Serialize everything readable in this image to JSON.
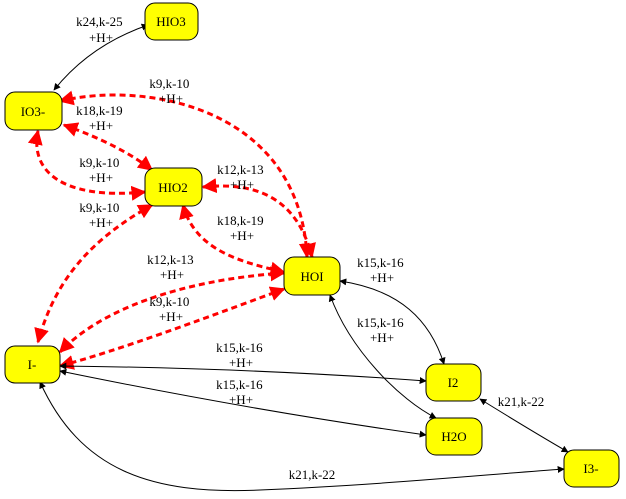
{
  "colors": {
    "node_fill": "#ffff00",
    "black_edge": "#000000",
    "red_edge": "#ff0000"
  },
  "nodes": [
    {
      "id": "HIO3",
      "label": "HIO3"
    },
    {
      "id": "IO3",
      "label": "IO3-"
    },
    {
      "id": "HIO2",
      "label": "HIO2"
    },
    {
      "id": "HOI",
      "label": "HOI"
    },
    {
      "id": "Im",
      "label": "I-"
    },
    {
      "id": "I2",
      "label": "I2"
    },
    {
      "id": "H2O",
      "label": "H2O"
    },
    {
      "id": "I3",
      "label": "I3-"
    }
  ],
  "edges": [
    {
      "from": "HIO3",
      "to": "IO3",
      "style": "black",
      "label": [
        "k24,k-25",
        "+H+"
      ]
    },
    {
      "from": "IO3",
      "to": "HOI",
      "style": "red",
      "label": [
        "k9,k-10",
        "+H+"
      ]
    },
    {
      "from": "IO3",
      "to": "HIO2",
      "style": "red",
      "label": [
        "k18,k-19",
        "+H+"
      ]
    },
    {
      "from": "IO3",
      "to": "HIO2",
      "style": "red",
      "label": [
        "k9,k-10",
        "+H+"
      ]
    },
    {
      "from": "HIO2",
      "to": "HOI",
      "style": "red",
      "label": [
        "k12,k-13",
        "+H+"
      ]
    },
    {
      "from": "HIO2",
      "to": "HOI",
      "style": "red",
      "label": [
        "k18,k-19",
        "+H+"
      ]
    },
    {
      "from": "HIO2",
      "to": "Im",
      "style": "red",
      "label": [
        "k9,k-10",
        "+H+"
      ]
    },
    {
      "from": "HOI",
      "to": "Im",
      "style": "red",
      "label": [
        "k12,k-13",
        "+H+"
      ]
    },
    {
      "from": "HOI",
      "to": "Im",
      "style": "red",
      "label": [
        "k9,k-10",
        "+H+"
      ]
    },
    {
      "from": "HOI",
      "to": "I2",
      "style": "black",
      "label": [
        "k15,k-16",
        "+H+"
      ]
    },
    {
      "from": "HOI",
      "to": "H2O",
      "style": "black",
      "label": [
        "k15,k-16",
        "+H+"
      ]
    },
    {
      "from": "Im",
      "to": "I2",
      "style": "black",
      "label": [
        "k15,k-16",
        "+H+"
      ]
    },
    {
      "from": "Im",
      "to": "H2O",
      "style": "black",
      "label": [
        "k15,k-16",
        "+H+"
      ]
    },
    {
      "from": "I2",
      "to": "I3",
      "style": "black",
      "label": [
        "k21,k-22"
      ]
    },
    {
      "from": "Im",
      "to": "I3",
      "style": "black",
      "label": [
        "k21,k-22"
      ]
    }
  ]
}
